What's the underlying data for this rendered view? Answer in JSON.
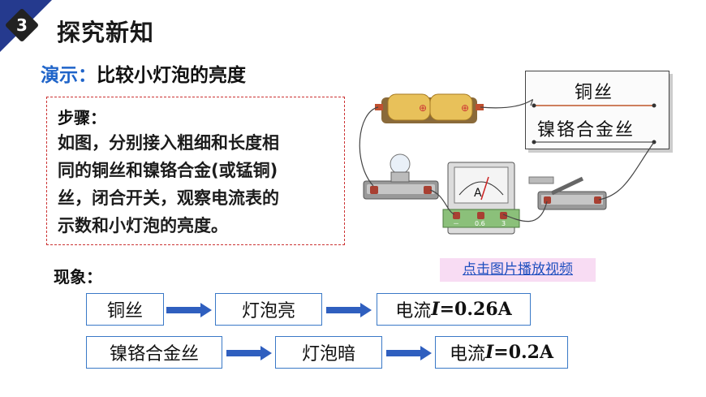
{
  "header": {
    "section_number": "3",
    "title": "探究新知"
  },
  "demo": {
    "label": "演示：",
    "title": "比较小灯泡的亮度"
  },
  "steps": {
    "title": "步骤：",
    "lines": [
      "如图，分别接入粗细和长度相",
      "同的铜丝和镍铬合金(或锰铜)",
      "丝，闭合开关，观察电流表的",
      "示数和小灯泡的亮度。"
    ]
  },
  "phenomenon": {
    "label": "现象：",
    "rows": [
      {
        "wire": "铜丝",
        "bulb": "灯泡亮",
        "current_prefix": "电流",
        "current_symbol": "I",
        "current_value": "=0.26A"
      },
      {
        "wire": "镍铬合金丝",
        "bulb": "灯泡暗",
        "current_prefix": "电流",
        "current_symbol": "I",
        "current_value": "=0.2A"
      }
    ]
  },
  "video_link": "点击图片播放视频",
  "circuit": {
    "wire_top_label": "铜丝",
    "wire_bottom_label": "镍铬合金丝",
    "ammeter_letter": "A",
    "terminal_labels": [
      "－",
      "0.6",
      "3"
    ]
  },
  "colors": {
    "header_blue": "#253a8e",
    "demo_blue": "#1f64c9",
    "box_border": "#3a79c7",
    "arrow_blue": "#2f5fbf",
    "dashed_red": "#cc3333",
    "link_bg": "#f8dcf3"
  }
}
